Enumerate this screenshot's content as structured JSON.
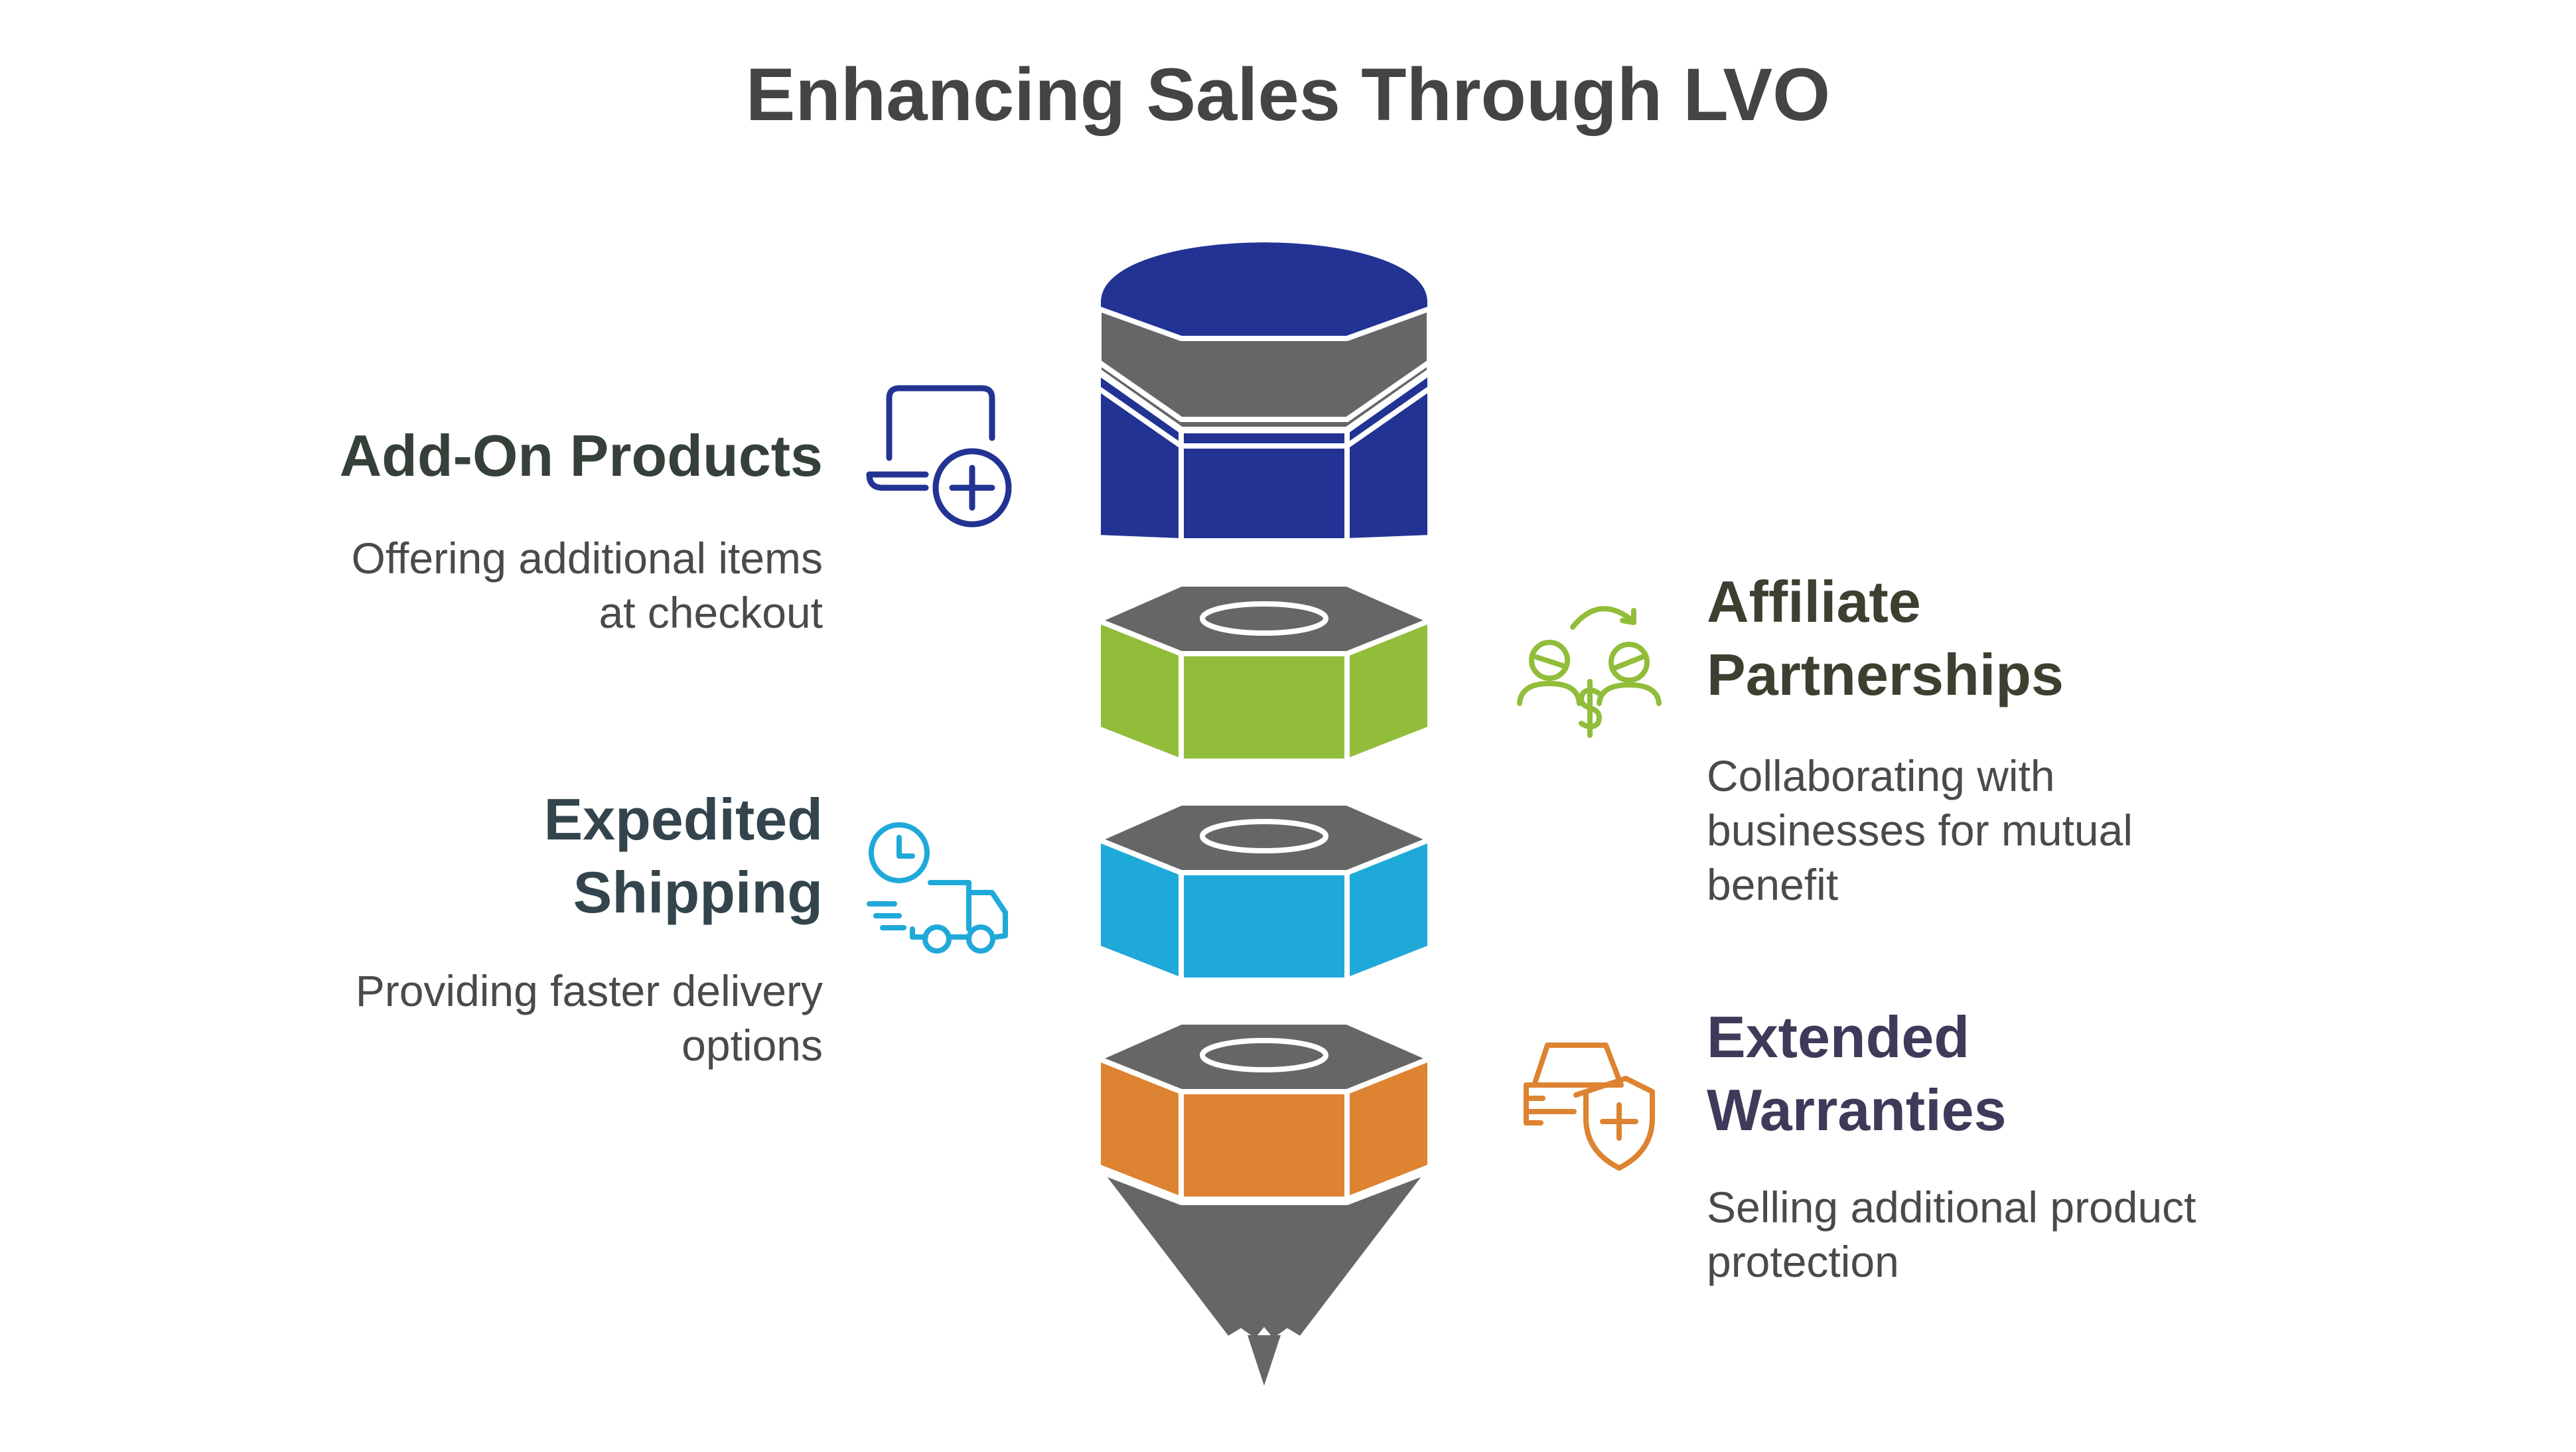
{
  "title": "Enhancing Sales Through LVO",
  "colors": {
    "title": "#444444",
    "grey": "#666666",
    "blue_dark": "#223393",
    "green": "#91BD3A",
    "cyan": "#1FA9D9",
    "orange": "#DD8331",
    "text": "#4a4a4a"
  },
  "items": [
    {
      "title_lines": [
        "Add-On Products"
      ],
      "desc_lines": [
        "Offering additional items",
        "at checkout"
      ],
      "icon": "laptop-plus-icon",
      "color": "#223393",
      "title_color": "#354039"
    },
    {
      "title_lines": [
        "Affiliate",
        "Partnerships"
      ],
      "desc_lines": [
        "Collaborating with",
        "businesses for mutual",
        "benefit"
      ],
      "icon": "people-exchange-dollar-icon",
      "color": "#91BD3A",
      "title_color": "#3c4030"
    },
    {
      "title_lines": [
        "Expedited",
        "Shipping"
      ],
      "desc_lines": [
        "Providing faster delivery",
        "options"
      ],
      "icon": "delivery-truck-clock-icon",
      "color": "#1FA9D9",
      "title_color": "#33444c"
    },
    {
      "title_lines": [
        "Extended",
        "Warranties"
      ],
      "desc_lines": [
        "Selling additional product",
        "protection"
      ],
      "icon": "car-shield-plus-icon",
      "color": "#DD8331",
      "title_color": "#3d3a5a"
    }
  ]
}
